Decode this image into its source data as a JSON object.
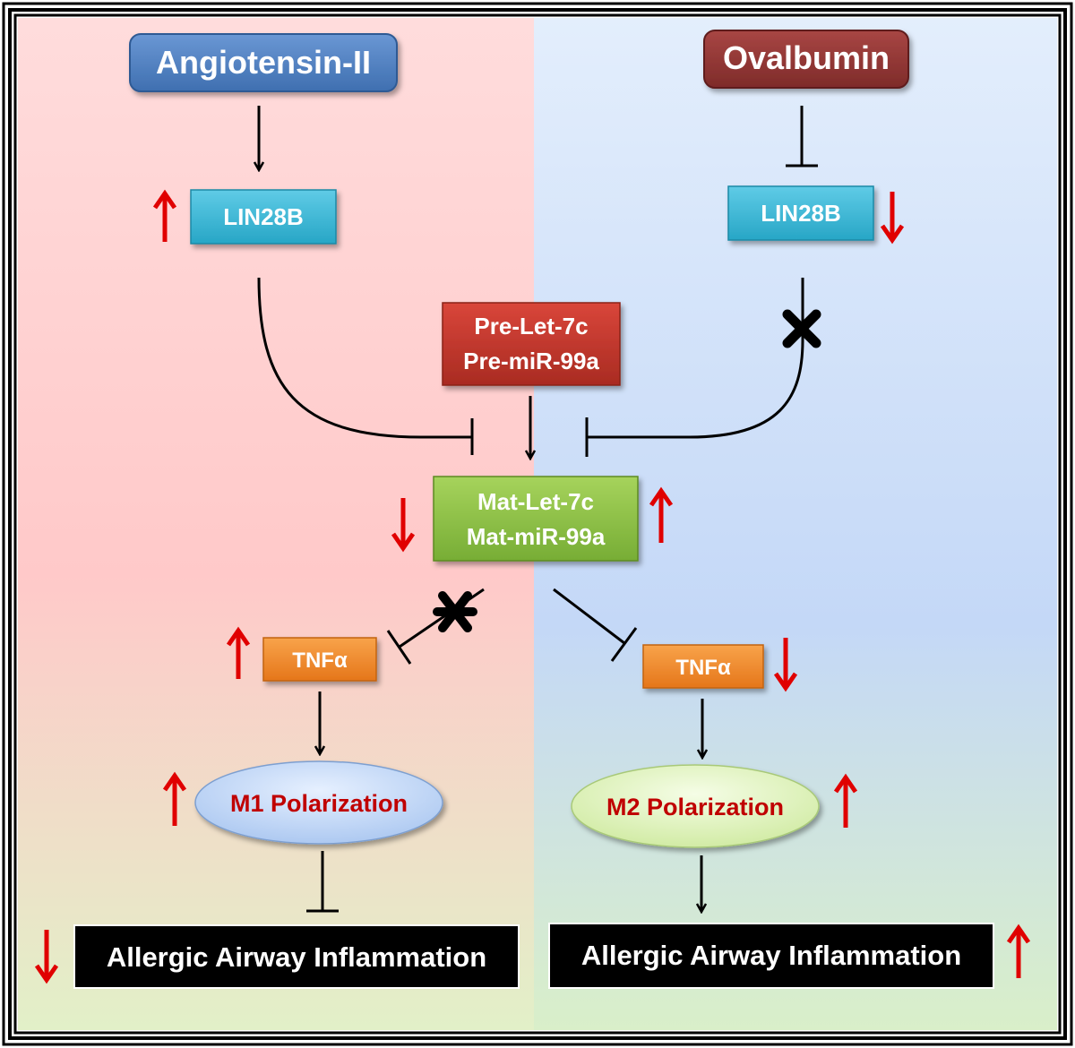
{
  "nodes": {
    "angiotensin": "Angiotensin-II",
    "ovalbumin": "Ovalbumin",
    "lin28b_left": "LIN28B",
    "lin28b_right": "LIN28B",
    "pre_line1": "Pre-Let-7c",
    "pre_line2": "Pre-miR-99a",
    "mat_line1": "Mat-Let-7c",
    "mat_line2": "Mat-miR-99a",
    "tnf_left": "TNFα",
    "tnf_right": "TNFα",
    "m1": "M1 Polarization",
    "m2": "M2 Polarization",
    "outcome_left": "Allergic Airway Inflammation",
    "outcome_right": "Allergic Airway Inflammation"
  },
  "regulation": {
    "lin28b_left": "up",
    "lin28b_right": "down",
    "mat_left": "down",
    "mat_right": "up",
    "tnf_left": "up",
    "tnf_right": "down",
    "m1": "up",
    "m2": "up",
    "outcome_left": "down",
    "outcome_right": "up"
  },
  "colors": {
    "left_panel_top": "#ffd9d9",
    "left_panel_bottom": "#dfe9c4",
    "right_panel_top": "#d6e6fb",
    "right_panel_bottom": "#d6ecc8",
    "angiotensin_box": "#4f7fc0",
    "ovalbumin_box": "#943634",
    "lin28b_box": "#3fb6d4",
    "pre_box": "#c0392b",
    "mat_box": "#8fc04a",
    "tnf_box": "#f08a2a",
    "m1_ellipse": "#c6d9f7",
    "m2_ellipse": "#e2f4c4",
    "outcome_box": "#000000",
    "regulation_arrow": "#e00000",
    "pathway_line": "#000000"
  }
}
